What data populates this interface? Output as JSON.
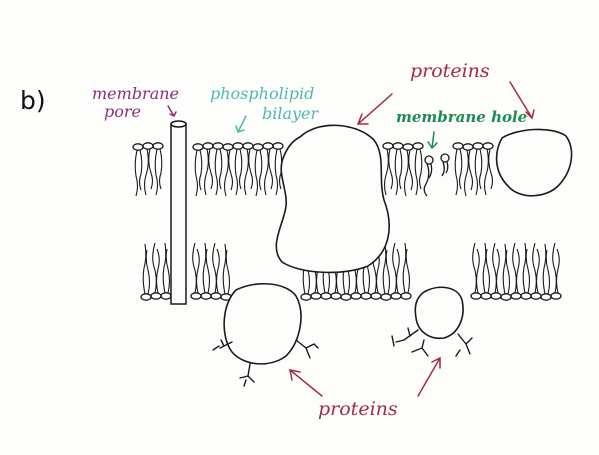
{
  "part_label": "b)",
  "labels": {
    "membrane_pore_line1": "membrane",
    "membrane_pore_line2": "pore",
    "phospholipid_line1": "phospholipid",
    "phospholipid_line2": "bilayer",
    "proteins_top": "proteins",
    "membrane_hole": "membrane hole",
    "proteins_bottom": "proteins"
  },
  "colors": {
    "ink": "#1a1a1a",
    "purple": "#8a2f78",
    "teal": "#4fb8ad",
    "green": "#1f8a55",
    "crimson": "#a22a4c"
  }
}
